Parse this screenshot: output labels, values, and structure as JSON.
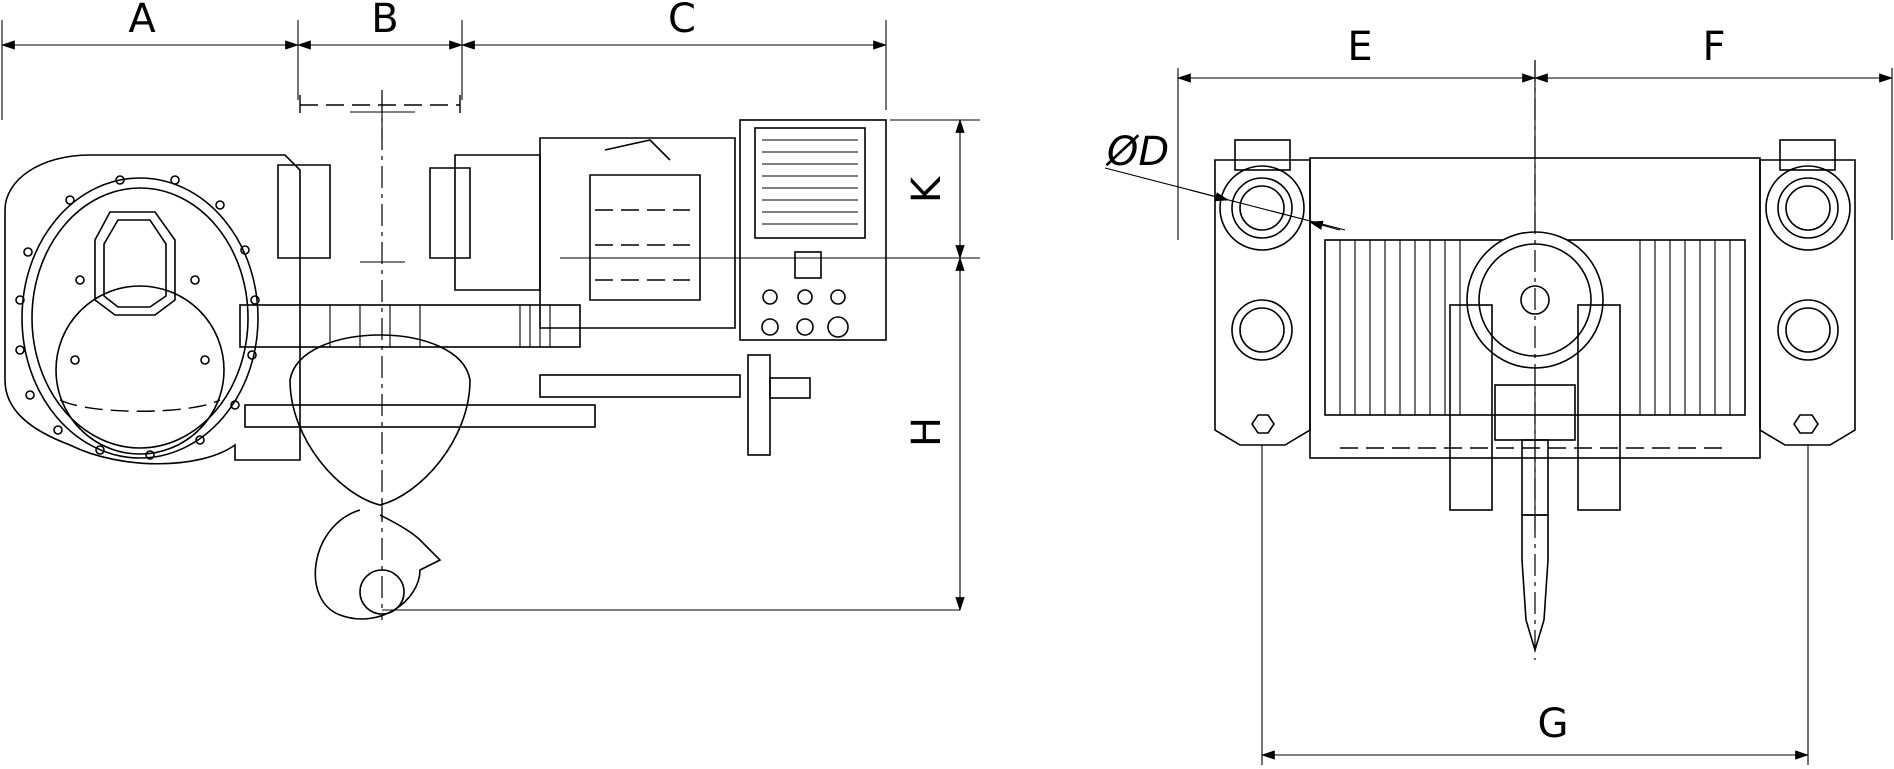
{
  "dimension_labels": {
    "A": "A",
    "B": "B",
    "C": "C",
    "K": "K",
    "H": "H",
    "E": "E",
    "F": "F",
    "D": "ØD",
    "G": "G"
  }
}
